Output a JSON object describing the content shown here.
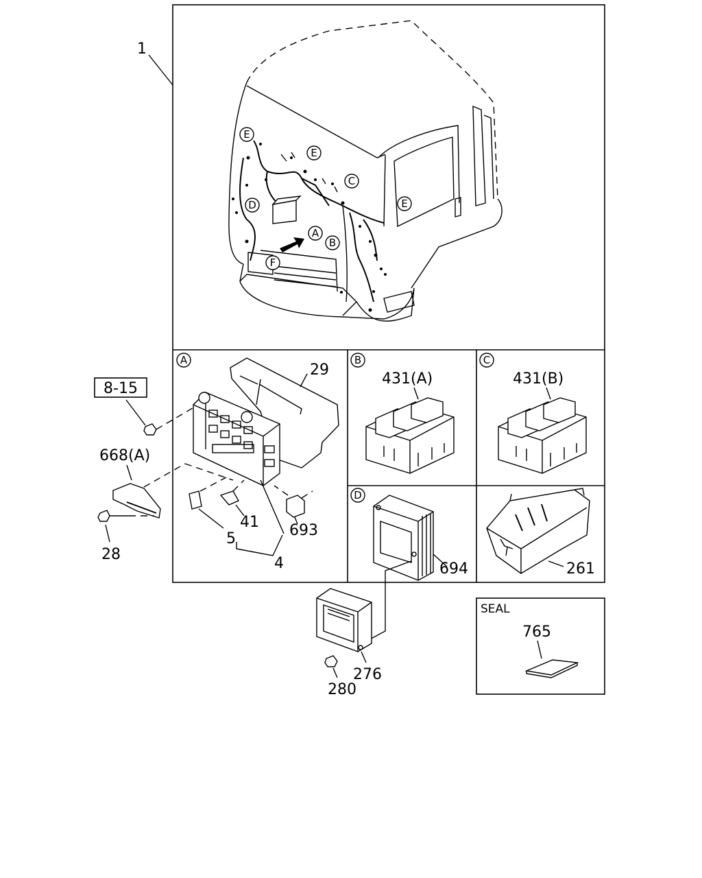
{
  "callouts": {
    "assembly": "1",
    "ref_box": "8-15",
    "c29": "29",
    "c668": "668(A)",
    "c28": "28",
    "c5": "5",
    "c41": "41",
    "c4": "4",
    "c693": "693",
    "c431a": "431(A)",
    "c431b": "431(B)",
    "c694": "694",
    "c261": "261",
    "c276": "276",
    "c280": "280",
    "c765": "765"
  },
  "section_letters": {
    "a": "A",
    "b": "B",
    "c": "C",
    "d": "D",
    "e": "E",
    "f": "F"
  },
  "seal_box": {
    "title": "SEAL"
  }
}
